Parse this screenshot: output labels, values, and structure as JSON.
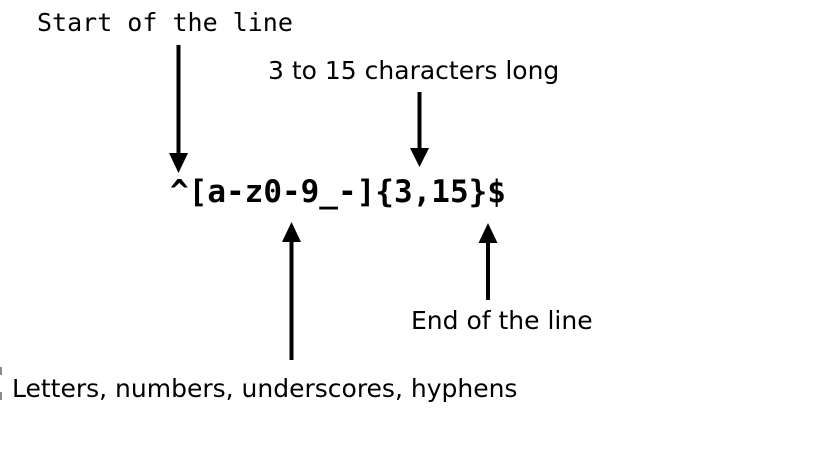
{
  "background": "#ffffff",
  "text_color": "#000000",
  "arrow_color": "#000000",
  "regex": {
    "pattern": "^[a-z0-9_-]{3,15}$"
  },
  "annotations": {
    "start": {
      "label": "Start of the line",
      "points_to": "^"
    },
    "length": {
      "label": "3 to 15 characters long",
      "points_to": "{3,15}"
    },
    "charclass": {
      "label": "Letters, numbers, underscores, hyphens",
      "points_to": "[a-z0-9_-]"
    },
    "end": {
      "label": "End of the line",
      "points_to": "$"
    }
  }
}
